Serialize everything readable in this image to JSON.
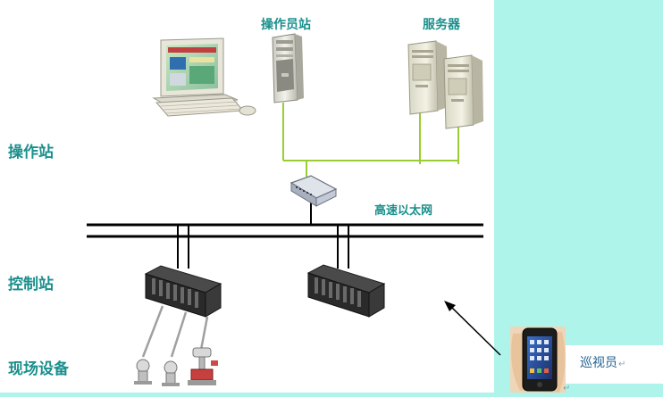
{
  "labels": {
    "operator_station": "操作员站",
    "server": "服务器",
    "operation_station": "操作站",
    "high_speed_ethernet": "高速以太网",
    "control_station": "控制站",
    "field_devices": "现场设备",
    "patroller": "巡视员",
    "paragraph_mark": "↵"
  },
  "colors": {
    "label": "#1a8f8c",
    "panel": "#aef4ea",
    "network_line": "#9acd32",
    "bus_line": "#000000"
  }
}
